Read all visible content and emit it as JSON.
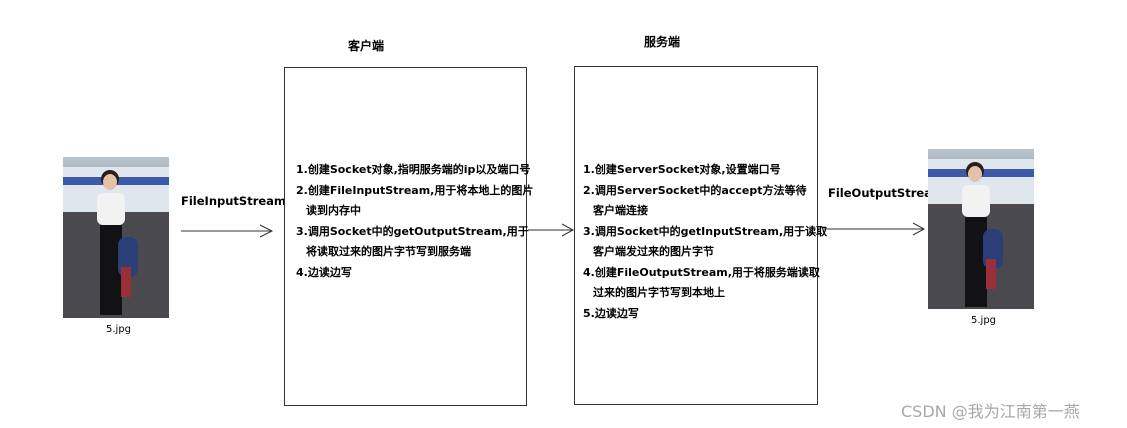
{
  "client": {
    "title": "客户端",
    "steps": [
      "1.创建Socket对象,指明服务端的ip以及端口号",
      "2.创建FileInputStream,用于将本地上的图片",
      "读到内存中",
      "3.调用Socket中的getOutputStream,用于",
      "将读取过来的图片字节写到服务端",
      "4.边读边写"
    ]
  },
  "server": {
    "title": "服务端",
    "steps": [
      "1.创建ServerSocket对象,设置端口号",
      "2.调用ServerSocket中的accept方法等待",
      "客户端连接",
      "3.调用Socket中的getInputStream,用于读取",
      "客户端发过来的图片字节",
      "4.创建FileOutputStream,用于将服务端读取",
      "过来的图片字节写到本地上",
      "5.边读边写"
    ]
  },
  "left_file": {
    "caption": "5.jpg",
    "stream": "FileInputStream"
  },
  "right_file": {
    "caption": "5.jpg",
    "stream": "FileOutputStream"
  },
  "watermark": "CSDN @我为江南第一燕"
}
